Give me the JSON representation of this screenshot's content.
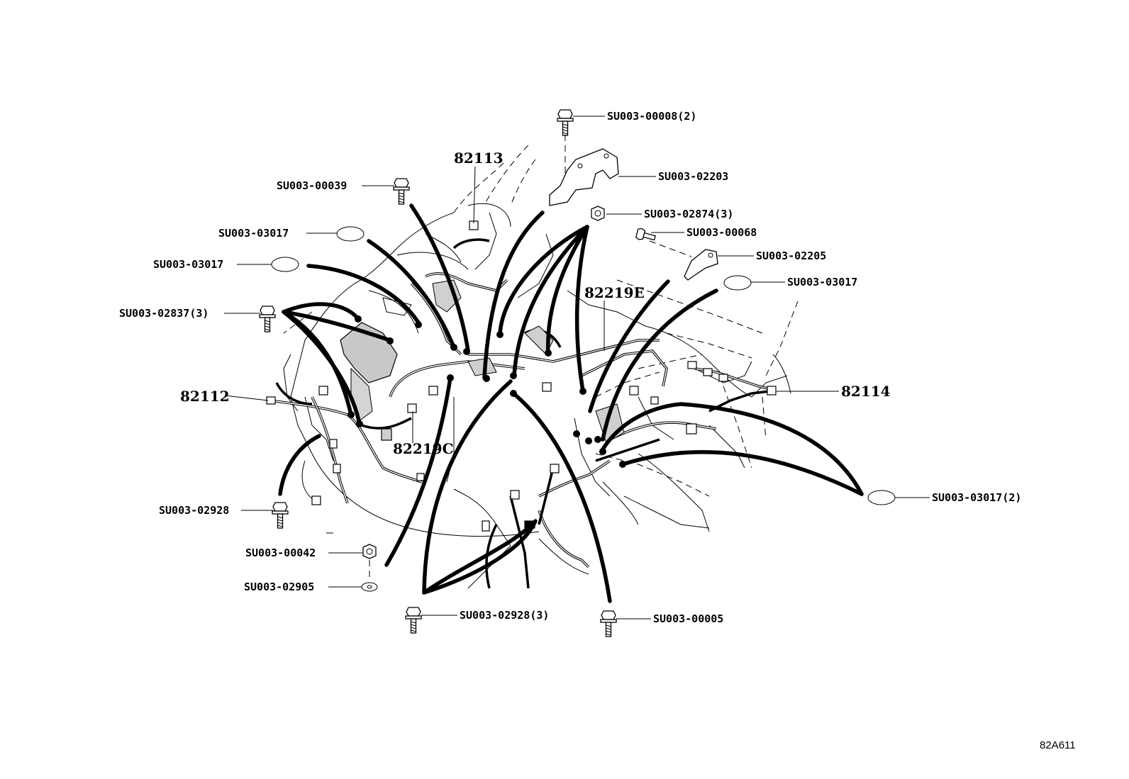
{
  "callouts": {
    "su_00008": "SU003-00008(2)",
    "su_02203": "SU003-02203",
    "su_00039": "SU003-00039",
    "su_02874": "SU003-02874(3)",
    "su_00068": "SU003-00068",
    "su_03017_a": "SU003-03017",
    "su_02205": "SU003-02205",
    "su_03017_b": "SU003-03017",
    "su_03017_c": "SU003-03017",
    "su_02837": "SU003-02837(3)",
    "su_02928_a": "SU003-02928",
    "su_03017_d": "SU003-03017(2)",
    "su_00042": "SU003-00042",
    "su_02905": "SU003-02905",
    "su_02928_b": "SU003-02928(3)",
    "su_00005": "SU003-00005"
  },
  "parts": {
    "p82113": "82113",
    "p82219e": "82219E",
    "p82112": "82112",
    "p82114": "82114",
    "p82219c": "82219C"
  },
  "illustration_code": "82A611",
  "icons": [
    "bolt-icon",
    "nut-icon",
    "washer-icon",
    "clamp-icon",
    "bracket-icon",
    "wire-harness-icon"
  ]
}
